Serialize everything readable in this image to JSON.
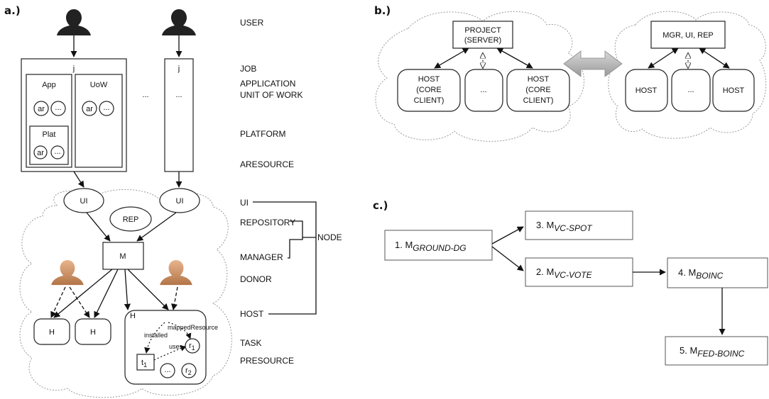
{
  "panel_a": {
    "label": "a.)",
    "side_labels": [
      "USER",
      "JOB",
      "APPLICATION",
      "UNIT OF WORK",
      "PLATFORM",
      "ARESOURCE",
      "UI",
      "REPOSITORY",
      "MANAGER",
      "DONOR",
      "HOST",
      "TASK",
      "PRESOURCE"
    ],
    "node_label": "NODE",
    "job_label": "j",
    "job2_label": "j",
    "job2_dots": "...",
    "between_dots": "...",
    "app_label": "App",
    "uow_label": "UoW",
    "plat_label": "Plat",
    "ar_label": "ar",
    "dots": "...",
    "ui_label": "UI",
    "rep_label": "REP",
    "m_label": "M",
    "h_label": "H",
    "installed_label": "installed",
    "mapped_label": "mappedResource",
    "uses_label": "uses",
    "t_label": "t",
    "t_sub": "1",
    "r_label": "r",
    "r1_sub": "1",
    "r2_sub": "2"
  },
  "panel_b": {
    "label": "b.)",
    "project_lines": [
      "PROJECT",
      "(SERVER)"
    ],
    "host_core_lines": [
      "HOST",
      "(CORE",
      "CLIENT)"
    ],
    "dots": "...",
    "mgr_label": "MGR, UI, REP",
    "host_label": "HOST"
  },
  "panel_c": {
    "label": "c.)",
    "models": [
      {
        "prefix": "1. M",
        "sub": "GROUND-DG"
      },
      {
        "prefix": "3. M",
        "sub": "VC-SPOT"
      },
      {
        "prefix": "2. M",
        "sub": "VC-VOTE"
      },
      {
        "prefix": "4. M",
        "sub": "BOINC"
      },
      {
        "prefix": "5. M",
        "sub": "FED-BOINC"
      }
    ]
  },
  "colors": {
    "user_icon": "#222222",
    "donor_icon": "#c98a5a",
    "arrow_gray": "#a8a8a8",
    "cloud_stroke": "#999999"
  }
}
